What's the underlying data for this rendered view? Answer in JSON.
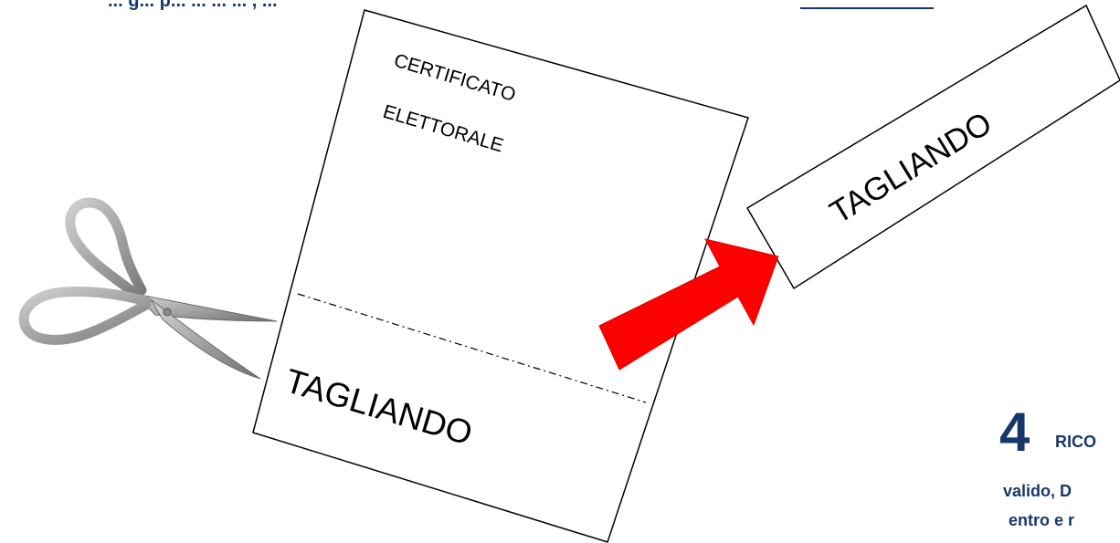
{
  "top_text": {
    "fragment": "... g... p... ... ... ... , ...",
    "blank_line": ""
  },
  "certificate": {
    "title_line1": "CERTIFICATO",
    "title_line2": "ELETTORALE",
    "stub_label": "TAGLIANDO"
  },
  "detached_stub": {
    "label": "TAGLIANDO"
  },
  "step4": {
    "number": "4",
    "heading": "RICO",
    "line2": "valido, D",
    "line3": "entro e r"
  },
  "colors": {
    "text_blue": "#17376b",
    "arrow_red": "#ff0000",
    "outline": "#000000",
    "scissors_gray": "#9a9a9a"
  },
  "icons": {
    "scissors": "scissors-icon",
    "arrow": "red-arrow-icon"
  }
}
